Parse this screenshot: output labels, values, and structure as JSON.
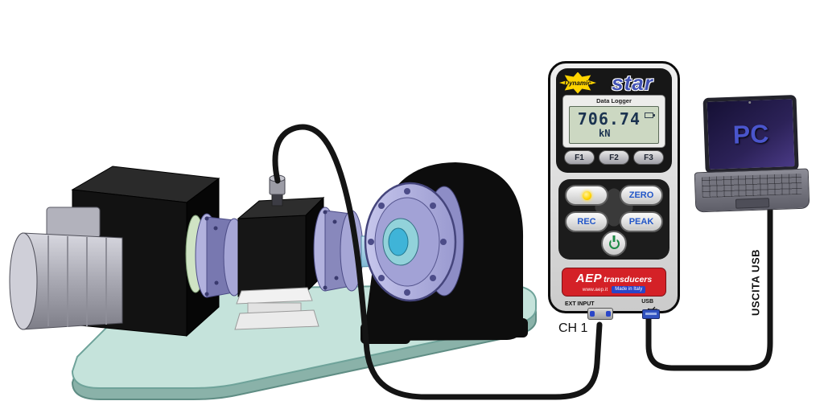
{
  "device": {
    "brand_badge": "Dynamic",
    "brand_name": "star",
    "display_title": "Data Logger",
    "reading": {
      "value": "706.74",
      "unit": "kN"
    },
    "function_keys": [
      "F1",
      "F2",
      "F3"
    ],
    "keypad": {
      "zero": "ZERO",
      "rec": "REC",
      "peak": "PEAK"
    },
    "logo": {
      "brand": "AEP",
      "suffix": "transducers",
      "website": "www.aep.it",
      "origin": "Made in Italy"
    },
    "ports": {
      "ext_input": "EXT INPUT",
      "usb": "USB"
    }
  },
  "labels": {
    "channel_input": "CH 1",
    "usb_output": "USCITA USB"
  },
  "laptop": {
    "screen_text": "PC"
  },
  "icons": {
    "backlight": "bulb-icon",
    "power": "power-icon",
    "usb": "usb-icon",
    "battery": "battery-icon",
    "webcam": "webcam-icon"
  },
  "colors": {
    "logo_red": "#d42127",
    "star_blue": "#4252b4",
    "lcd_green": "#ccd8c2",
    "base_plate_teal": "#c5e3db",
    "coupling_lavender": "#b2b2de"
  }
}
